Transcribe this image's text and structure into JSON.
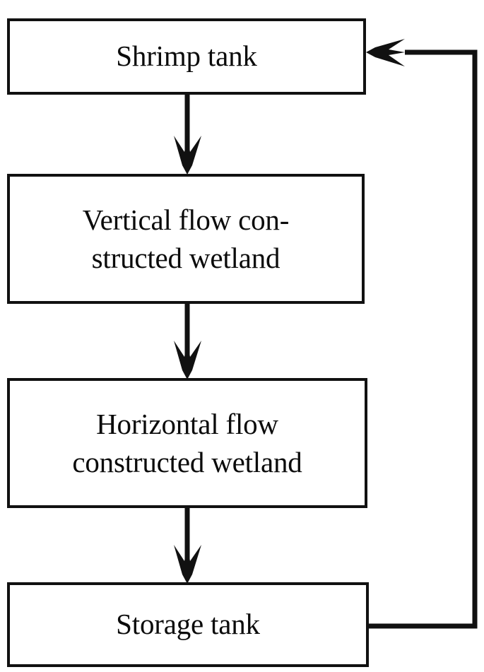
{
  "diagram": {
    "type": "flowchart",
    "orientation": "vertical-with-recycle-loop",
    "background_color": "#ffffff",
    "line_color": "#111111",
    "text_color": "#0b0b0b",
    "nodes": [
      {
        "id": "shrimp-tank",
        "label": "Shrimp tank",
        "shape": "rectangle",
        "order": 1
      },
      {
        "id": "vertical-flow-constructed-wetland",
        "label": "Vertical flow con-\nstructed wetland",
        "shape": "rectangle",
        "order": 2
      },
      {
        "id": "horizontal-flow-constructed-wetland",
        "label": "Horizontal flow\nconstructed wetland",
        "shape": "rectangle",
        "order": 3
      },
      {
        "id": "storage-tank",
        "label": "Storage tank",
        "shape": "rectangle",
        "order": 4
      }
    ],
    "edges": [
      {
        "id": "edge-shrimp-to-vf",
        "from": "shrimp-tank",
        "to": "vertical-flow-constructed-wetland",
        "style": "straight-down-arrow",
        "label": ""
      },
      {
        "id": "edge-vf-to-hf",
        "from": "vertical-flow-constructed-wetland",
        "to": "horizontal-flow-constructed-wetland",
        "style": "straight-down-arrow",
        "label": ""
      },
      {
        "id": "edge-hf-to-storage",
        "from": "horizontal-flow-constructed-wetland",
        "to": "storage-tank",
        "style": "straight-down-arrow",
        "label": ""
      },
      {
        "id": "edge-storage-to-shrimp-recycle",
        "from": "storage-tank",
        "to": "shrimp-tank",
        "style": "right-up-left-elbow-arrow",
        "label": ""
      }
    ]
  }
}
